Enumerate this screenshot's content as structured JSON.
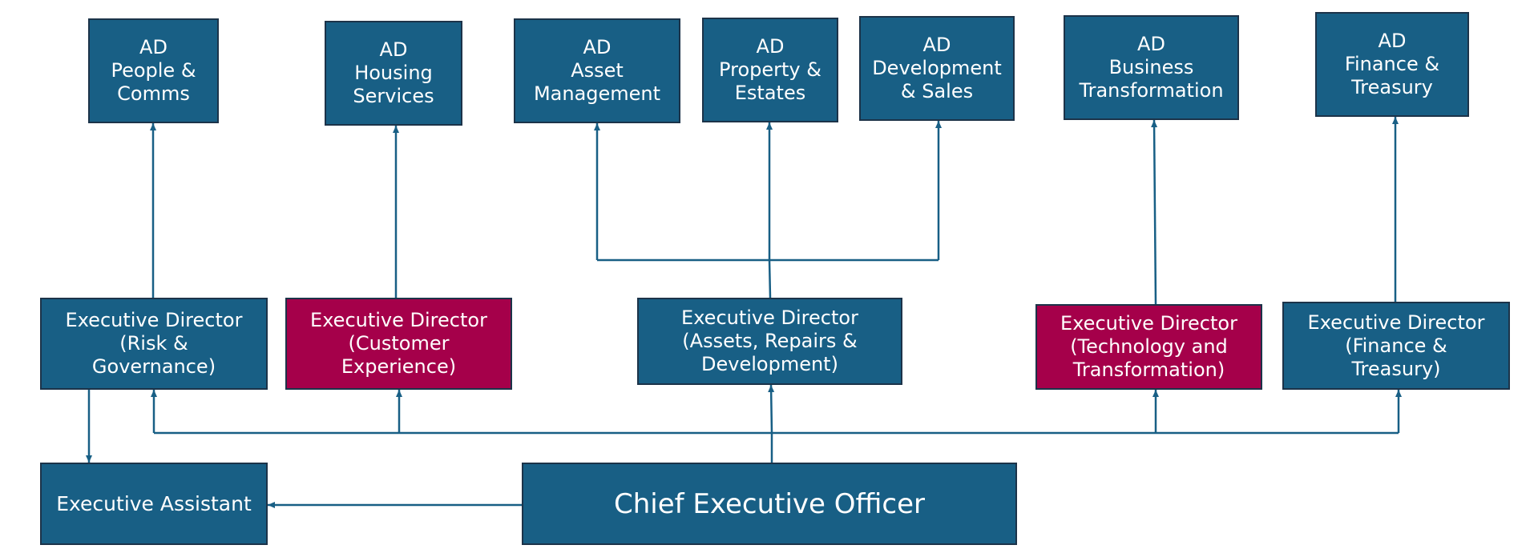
{
  "colors": {
    "box_blue": "#185f85",
    "box_red": "#a5004a",
    "border": "#1c3349",
    "connector": "#185f85",
    "text": "#ffffff"
  },
  "assistant_directors": {
    "people": "AD\nPeople &\nComms",
    "housing": "AD\nHousing\nServices",
    "asset": "AD\nAsset\nManagement",
    "property": "AD\nProperty &\nEstates",
    "development": "AD\nDevelopment\n& Sales",
    "business": "AD\nBusiness\nTransformation",
    "finance": "AD\nFinance &\nTreasury"
  },
  "executive_directors": {
    "risk": "Executive Director\n(Risk &\nGovernance)",
    "customer": "Executive Director\n(Customer\nExperience)",
    "assets": "Executive Director\n(Assets, Repairs &\nDevelopment)",
    "technology": "Executive Director\n(Technology and\nTransformation)",
    "finance": "Executive Director\n(Finance &\nTreasury)"
  },
  "executive_assistant": "Executive Assistant",
  "ceo": "Chief Executive Officer"
}
